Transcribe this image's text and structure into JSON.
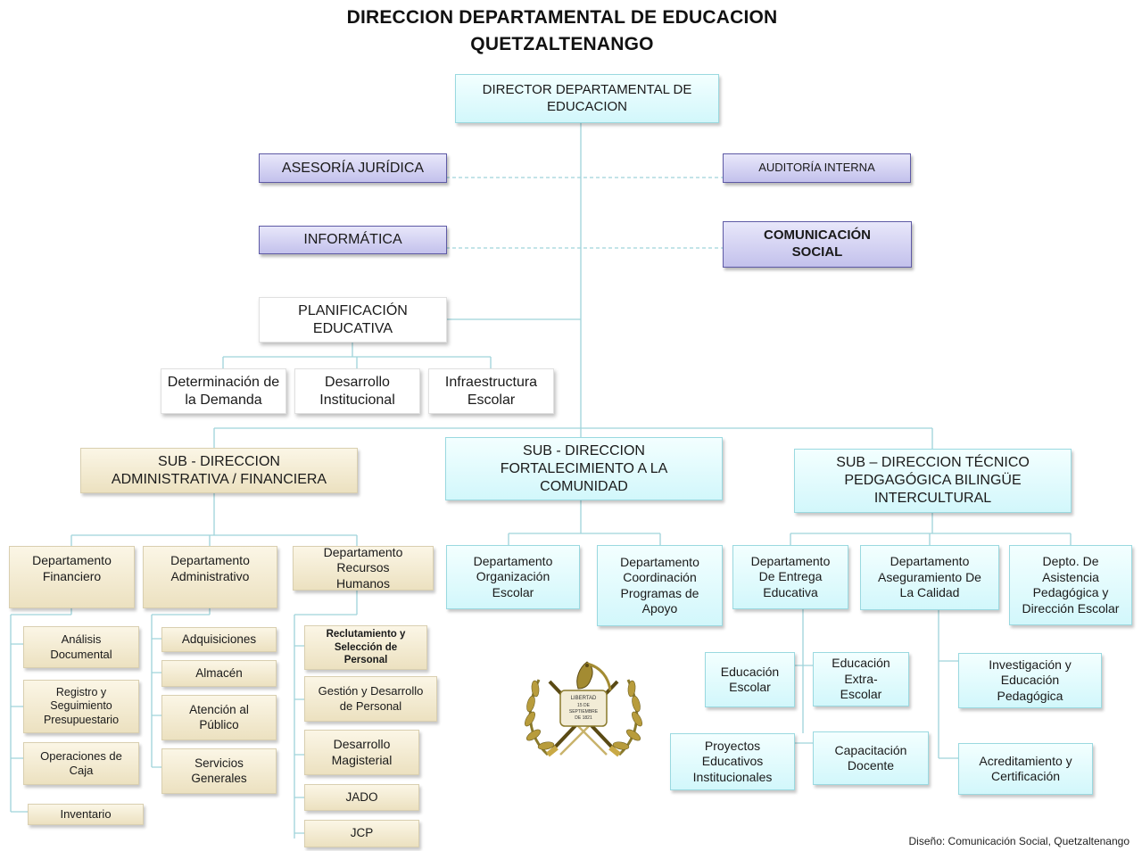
{
  "title_line1": "DIRECCION DEPARTAMENTAL DE EDUCACION",
  "title_line2": "QUETZALTENANGO",
  "footer": "Diseño:  Comunicación  Social, Quetzaltenango",
  "colors": {
    "cyan_box": "#d2f7fb",
    "purple_box": "#c3c1ec",
    "beige_box": "#ece1c0",
    "white_box": "#ffffff",
    "connector": "#9fd3da"
  },
  "emblem_icon": "guatemala-coat-of-arms",
  "emblem_text": {
    "l1": "LIBERTAD",
    "l2": "15 DE",
    "l3": "SEPTIEMBRE",
    "l4": "DE 1821"
  },
  "nodes": {
    "director": "DIRECTOR DEPARTAMENTAL DE EDUCACION",
    "asesoria": "ASESORÍA JURÍDICA",
    "auditoria": "AUDITORÍA INTERNA",
    "informatica": "INFORMÁTICA",
    "comunicacion": "COMUNICACIÓN SOCIAL",
    "planificacion": "PLANIFICACIÓN EDUCATIVA",
    "determinacion": "Determinación de la Demanda",
    "desarrollo_inst": "Desarrollo Institucional",
    "infraestructura": "Infraestructura Escolar",
    "sub_admin": "SUB - DIRECCION ADMINISTRATIVA / FINANCIERA",
    "sub_fort": "SUB - DIRECCION FORTALECIMIENTO A LA COMUNIDAD",
    "sub_tec": "SUB – DIRECCION TÉCNICO PEDGAGÓGICA BILINGÜE INTERCULTURAL",
    "dep_fin": "Departamento Financiero",
    "dep_adm": "Departamento Administrativo",
    "dep_rh": "Departamento Recursos Humanos",
    "analisis": "Análisis Documental",
    "registro": "Registro y Seguimiento Presupuestario",
    "operaciones": "Operaciones de Caja",
    "inventario": "Inventario",
    "adquisiciones": "Adquisiciones",
    "almacen": "Almacén",
    "atencion": "Atención al Público",
    "servicios": "Servicios Generales",
    "reclutamiento": "Reclutamiento y Selección de Personal",
    "gestion": "Gestión y Desarrollo de Personal",
    "desarrollo_mag": "Desarrollo Magisterial",
    "jado": "JADO",
    "jcp": "JCP",
    "dep_org": "Departamento Organización Escolar",
    "dep_coord": "Departamento Coordinación Programas de Apoyo",
    "dep_entrega": "Departamento De Entrega Educativa",
    "dep_aseg": "Departamento Aseguramiento De La Calidad",
    "dep_asist": "Depto. De Asistencia Pedagógica y Dirección Escolar",
    "educ_escolar": "Educación Escolar",
    "educ_extra": "Educación Extra-Escolar",
    "proyectos": "Proyectos Educativos Institucionales",
    "capacitacion": "Capacitación Docente",
    "investigacion": "Investigación y Educación Pedagógica",
    "acreditamiento": "Acreditamiento y Certificación"
  }
}
